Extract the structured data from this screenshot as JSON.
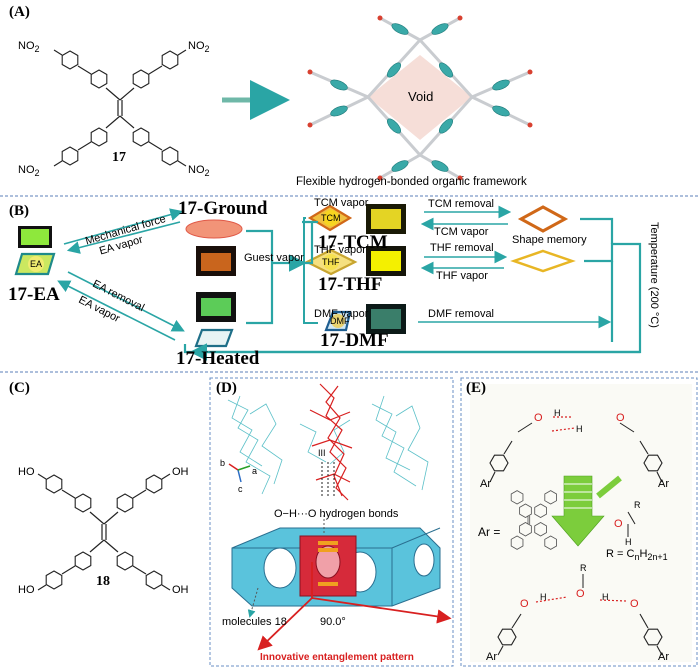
{
  "panels": {
    "a": {
      "label": "(A)",
      "compound": "17",
      "no2": "NO",
      "no2_sub": "2",
      "void": "Void",
      "caption": "Flexible hydrogen-bonded organic framework"
    },
    "b": {
      "label": "(B)",
      "ground": "17-Ground",
      "ea": "17-EA",
      "heated": "17-Heated",
      "tcm": "17-TCM",
      "thf": "17-THF",
      "dmf": "17-DMF",
      "mech": "Mechanical force",
      "ea_vapor_1": "EA vapor",
      "ea_removal": "EA removal",
      "ea_vapor_2": "EA vapor",
      "guest": "Guest vapor",
      "tcm_vapor": "TCM vapor",
      "thf_vapor": "THF vapor",
      "dmf_vapor": "DMF vapor",
      "tcm_removal": "TCM removal",
      "tcm_vapor_back": "TCM vapor",
      "thf_removal": "THF removal",
      "thf_vapor_back": "THF vapor",
      "dmf_removal": "DMF removal",
      "shape_memory": "Shape memory",
      "temperature": "Temperature (200 °C)",
      "tag_ea": "EA",
      "tag_tcm": "TCM",
      "tag_thf": "THF",
      "tag_dmf": "DMF"
    },
    "c": {
      "label": "(C)",
      "compound": "18",
      "oh": "OH",
      "ho": "HO"
    },
    "d": {
      "label": "(D)",
      "hbonds": "O−H···O hydrogen bonds",
      "molecules": "molecules 18",
      "angle": "90.0°",
      "pattern": "Innovative entanglement pattern",
      "parallel": "III",
      "axis_b": "b",
      "axis_c": "c",
      "axis_a": "a"
    },
    "e": {
      "label": "(E)",
      "ar_eq": "Ar =",
      "r_eq": "R = C",
      "r_sub1": "n",
      "r_h": "H",
      "r_sub2": "2n+1",
      "ar": "Ar",
      "o": "O",
      "h": "H",
      "r": "R"
    }
  },
  "colors": {
    "teal": "#2aa5a5",
    "divider": "#5b7fb8",
    "red": "#d82020",
    "cyan": "#3fb8c8",
    "green": "#6cc03c"
  }
}
